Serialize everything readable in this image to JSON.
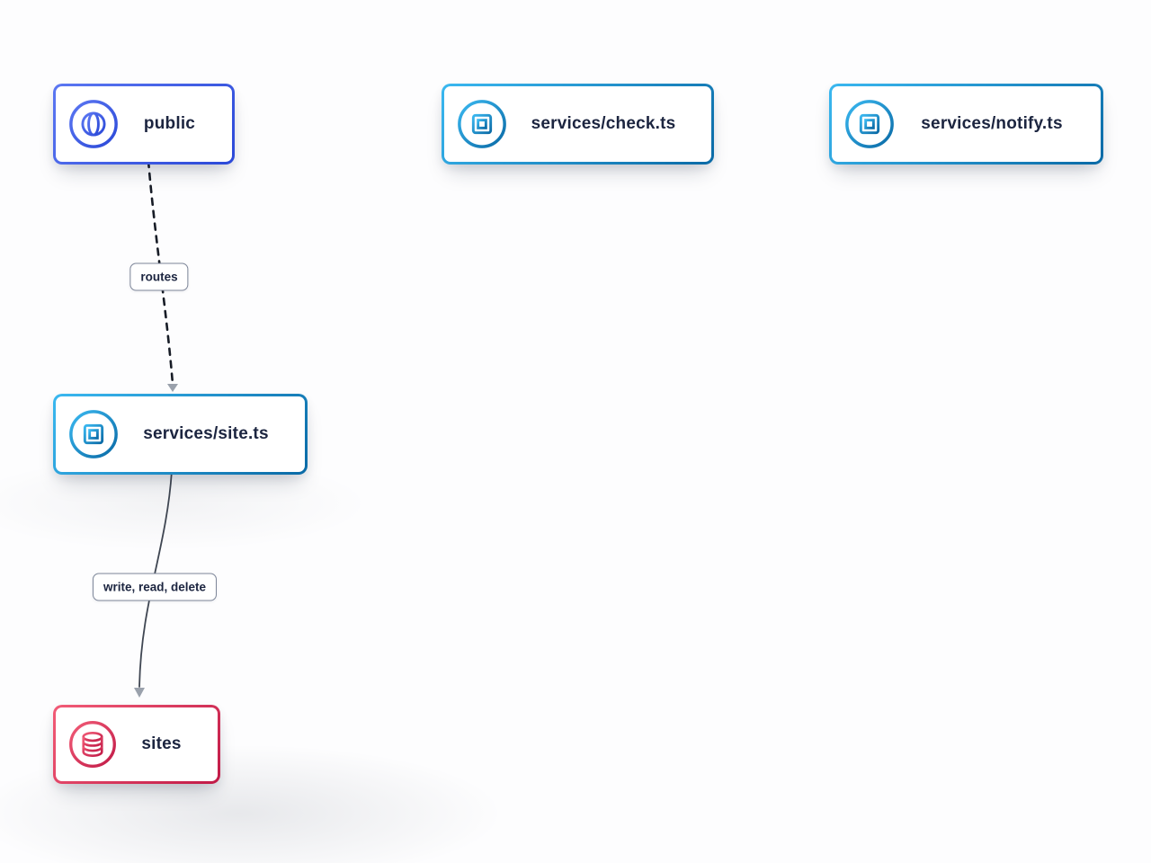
{
  "diagram": {
    "nodes": [
      {
        "id": "public",
        "label": "public",
        "type": "gateway",
        "icon": "globe-icon",
        "accent_from": "#5b77f2",
        "accent_to": "#2b49d8"
      },
      {
        "id": "check",
        "label": "services/check.ts",
        "type": "service",
        "icon": "chip-icon",
        "accent_from": "#3ab8f0",
        "accent_to": "#0a6aa6"
      },
      {
        "id": "notify",
        "label": "services/notify.ts",
        "type": "service",
        "icon": "chip-icon",
        "accent_from": "#3ab8f0",
        "accent_to": "#0a6aa6"
      },
      {
        "id": "site",
        "label": "services/site.ts",
        "type": "service",
        "icon": "chip-icon",
        "accent_from": "#3ab8f0",
        "accent_to": "#0a6aa6"
      },
      {
        "id": "sites",
        "label": "sites",
        "type": "database",
        "icon": "database-icon",
        "accent_from": "#f25c77",
        "accent_to": "#c11a47"
      }
    ],
    "edges": [
      {
        "from": "public",
        "to": "site",
        "label": "routes",
        "style": "dashed",
        "arrow_color": "#9aa1ac",
        "line_color": "#171c26"
      },
      {
        "from": "site",
        "to": "sites",
        "label": "write, read, delete",
        "style": "solid",
        "arrow_color": "#9aa1ac",
        "line_color": "#3f4652"
      }
    ]
  }
}
